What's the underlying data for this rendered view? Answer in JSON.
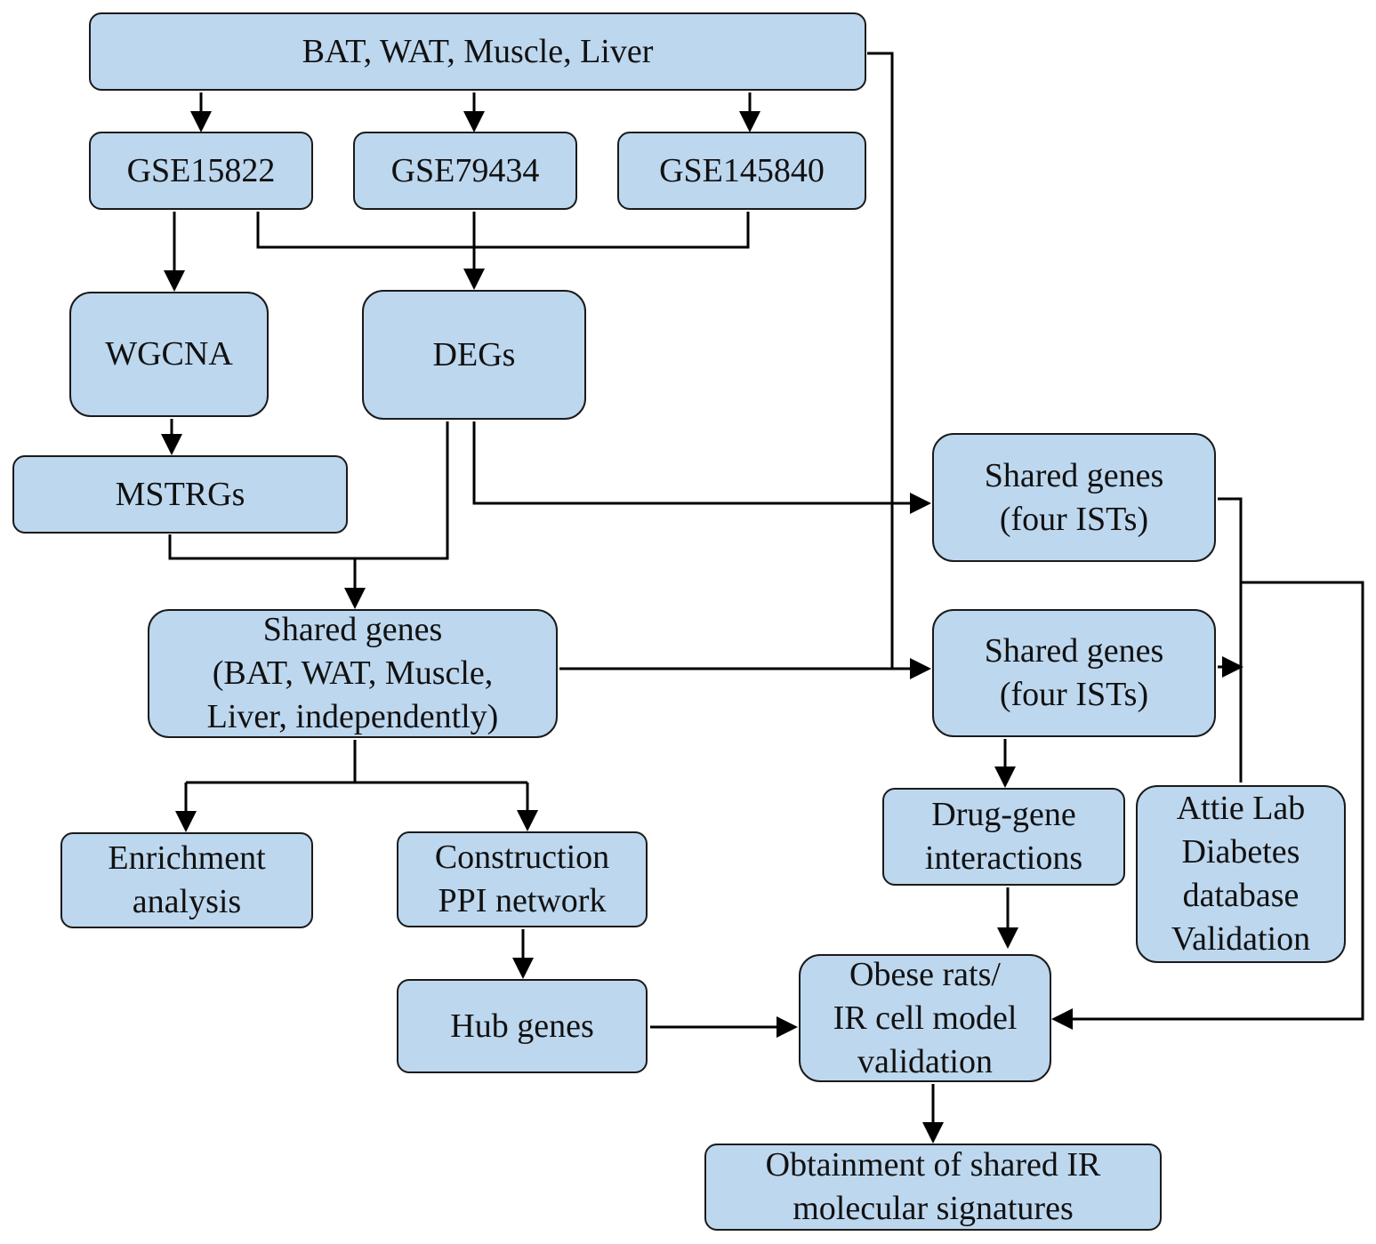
{
  "diagram": {
    "nodes": {
      "tissues": [
        "BAT, WAT, Muscle, Liver"
      ],
      "gse15822": [
        "GSE15822"
      ],
      "gse79434": [
        "GSE79434"
      ],
      "gse145840": [
        "GSE145840"
      ],
      "wgcna": [
        "WGCNA"
      ],
      "degs": [
        "DEGs"
      ],
      "mstrgs": [
        "MSTRGs"
      ],
      "shared_independent": [
        "Shared genes",
        "(BAT, WAT, Muscle,",
        "Liver, independently)"
      ],
      "shared_four_a": [
        "Shared genes",
        "(four ISTs)"
      ],
      "shared_four_b": [
        "Shared genes",
        "(four ISTs)"
      ],
      "enrichment": [
        "Enrichment",
        "analysis"
      ],
      "ppi": [
        "Construction",
        "PPI network"
      ],
      "hub_genes": [
        "Hub genes"
      ],
      "drug_gene": [
        "Drug-gene",
        "interactions"
      ],
      "attie_lab": [
        "Attie Lab",
        "Diabetes",
        "database",
        "Validation"
      ],
      "validation": [
        "Obese rats/",
        "IR cell model",
        "validation"
      ],
      "signatures": [
        "Obtainment of shared IR",
        "molecular signatures"
      ]
    },
    "edges": [
      {
        "from": "tissues",
        "to": "gse15822"
      },
      {
        "from": "tissues",
        "to": "gse79434"
      },
      {
        "from": "tissues",
        "to": "gse145840"
      },
      {
        "from": "gse15822",
        "to": "wgcna"
      },
      {
        "from": [
          "gse15822",
          "gse79434",
          "gse145840"
        ],
        "to": "degs"
      },
      {
        "from": "wgcna",
        "to": "mstrgs"
      },
      {
        "from": [
          "mstrgs",
          "degs"
        ],
        "to": "shared_independent"
      },
      {
        "from": "degs",
        "to": "shared_four_a"
      },
      {
        "from": [
          "shared_independent",
          "tissues"
        ],
        "to": "shared_four_b"
      },
      {
        "from": "shared_independent",
        "to": [
          "enrichment",
          "ppi"
        ]
      },
      {
        "from": "ppi",
        "to": "hub_genes"
      },
      {
        "from": "shared_four_b",
        "to": "drug_gene"
      },
      {
        "from": [
          "shared_four_a",
          "shared_four_b"
        ],
        "to": "attie_lab"
      },
      {
        "from": [
          "shared_four_a",
          "shared_four_b"
        ],
        "to": "validation"
      },
      {
        "from": "drug_gene",
        "to": "validation"
      },
      {
        "from": "hub_genes",
        "to": "validation"
      },
      {
        "from": "validation",
        "to": "signatures"
      }
    ]
  }
}
